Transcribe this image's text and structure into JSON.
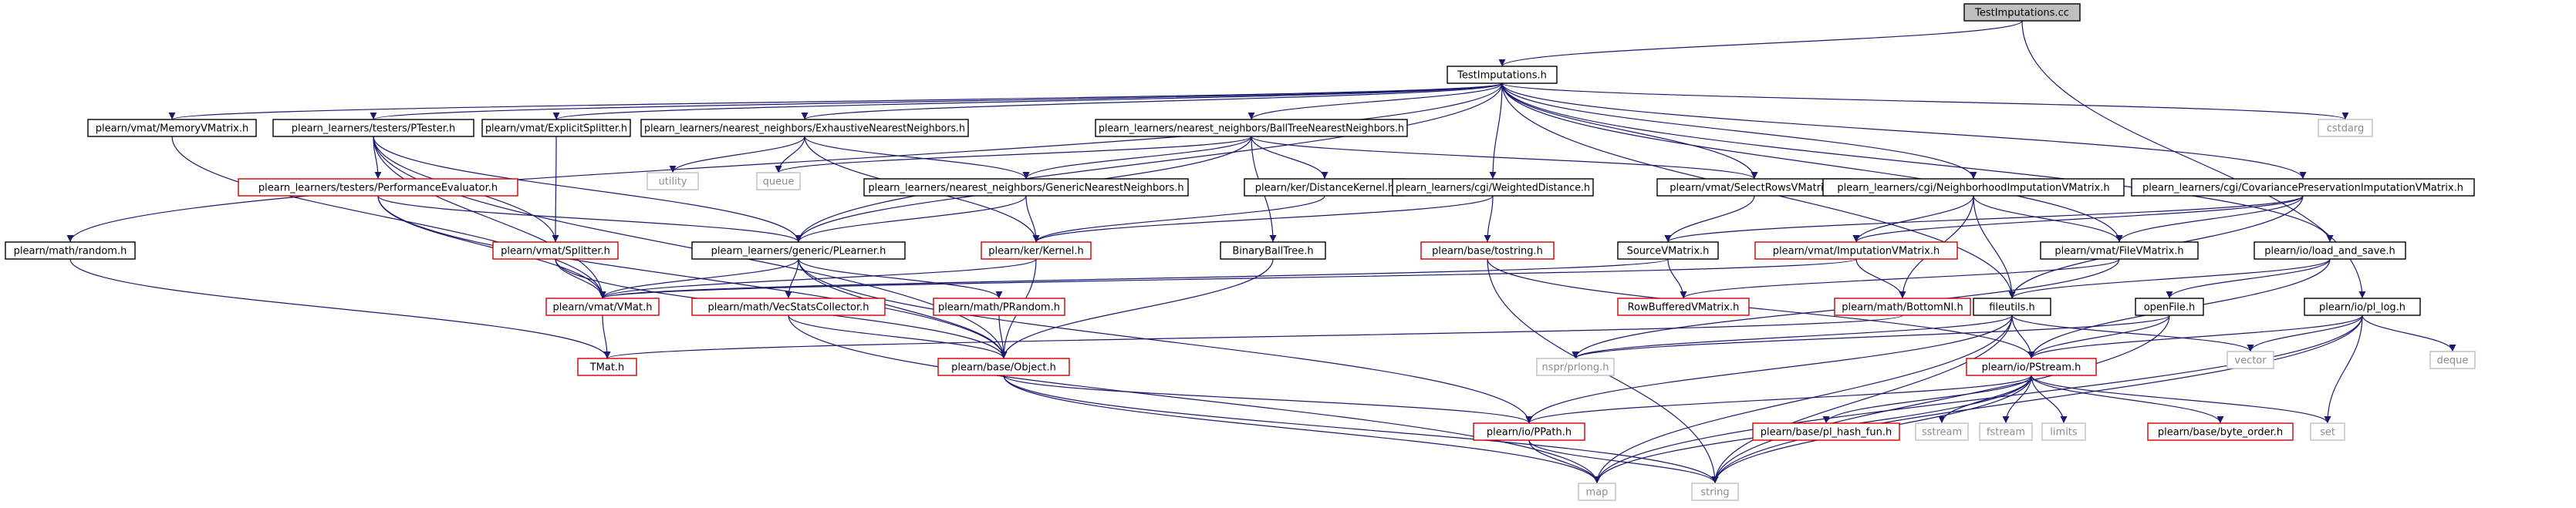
{
  "colors": {
    "edge": "#191970",
    "node_black": "#000000",
    "node_red": "#cc0000",
    "node_gray": "#bfbfbf",
    "root_fill": "#bfbfbf",
    "text_black": "#000000",
    "text_gray": "#8c8c8c"
  },
  "nodes": [
    {
      "id": "n_root",
      "label": "TestImputations.cc",
      "kind": "root"
    },
    {
      "id": "n_ti",
      "label": "TestImputations.h",
      "kind": "black"
    },
    {
      "id": "n_cstdarg",
      "label": "cstdarg",
      "kind": "gray"
    },
    {
      "id": "n_memvm",
      "label": "plearn/vmat/MemoryVMatrix.h",
      "kind": "black"
    },
    {
      "id": "n_ptester",
      "label": "plearn_learners/testers/PTester.h",
      "kind": "black"
    },
    {
      "id": "n_explsplit",
      "label": "plearn/vmat/ExplicitSplitter.h",
      "kind": "black"
    },
    {
      "id": "n_exhnn",
      "label": "plearn_learners/nearest_neighbors/ExhaustiveNearestNeighbors.h",
      "kind": "black"
    },
    {
      "id": "n_btnn",
      "label": "plearn_learners/nearest_neighbors/BallTreeNearestNeighbors.h",
      "kind": "black"
    },
    {
      "id": "n_random",
      "label": "plearn/math/random.h",
      "kind": "black"
    },
    {
      "id": "n_perfeval",
      "label": "plearn_learners/testers/PerformanceEvaluator.h",
      "kind": "red"
    },
    {
      "id": "n_utility",
      "label": "utility",
      "kind": "gray"
    },
    {
      "id": "n_queue",
      "label": "queue",
      "kind": "gray"
    },
    {
      "id": "n_gennn",
      "label": "plearn_learners/nearest_neighbors/GenericNearestNeighbors.h",
      "kind": "black"
    },
    {
      "id": "n_distk",
      "label": "plearn/ker/DistanceKernel.h",
      "kind": "black"
    },
    {
      "id": "n_wdist",
      "label": "plearn_learners/cgi/WeightedDistance.h",
      "kind": "black"
    },
    {
      "id": "n_selrows",
      "label": "plearn/vmat/SelectRowsVMatrix.h",
      "kind": "black"
    },
    {
      "id": "n_nimp",
      "label": "plearn_learners/cgi/NeighborhoodImputationVMatrix.h",
      "kind": "black"
    },
    {
      "id": "n_covimp",
      "label": "plearn_learners/cgi/CovariancePreservationImputationVMatrix.h",
      "kind": "black"
    },
    {
      "id": "n_loadsave",
      "label": "plearn/io/load_and_save.h",
      "kind": "black"
    },
    {
      "id": "n_splitter",
      "label": "plearn/vmat/Splitter.h",
      "kind": "red"
    },
    {
      "id": "n_plearner",
      "label": "plearn_learners/generic/PLearner.h",
      "kind": "black"
    },
    {
      "id": "n_kernel",
      "label": "plearn/ker/Kernel.h",
      "kind": "red"
    },
    {
      "id": "n_bbt",
      "label": "BinaryBallTree.h",
      "kind": "black"
    },
    {
      "id": "n_tostring",
      "label": "plearn/base/tostring.h",
      "kind": "red"
    },
    {
      "id": "n_srcvm",
      "label": "SourceVMatrix.h",
      "kind": "black"
    },
    {
      "id": "n_impvm",
      "label": "plearn/vmat/ImputationVMatrix.h",
      "kind": "red"
    },
    {
      "id": "n_filevm",
      "label": "plearn/vmat/FileVMatrix.h",
      "kind": "black"
    },
    {
      "id": "n_vmat",
      "label": "plearn/vmat/VMat.h",
      "kind": "red"
    },
    {
      "id": "n_vecstats",
      "label": "plearn/math/VecStatsCollector.h",
      "kind": "red"
    },
    {
      "id": "n_prandom",
      "label": "plearn/math/PRandom.h",
      "kind": "red"
    },
    {
      "id": "n_rowbuf",
      "label": "RowBufferedVMatrix.h",
      "kind": "red"
    },
    {
      "id": "n_bottomni",
      "label": "plearn/math/BottomNI.h",
      "kind": "red"
    },
    {
      "id": "n_fileutils",
      "label": "fileutils.h",
      "kind": "black"
    },
    {
      "id": "n_openfile",
      "label": "openFile.h",
      "kind": "black"
    },
    {
      "id": "n_pllog",
      "label": "plearn/io/pl_log.h",
      "kind": "black"
    },
    {
      "id": "n_deque",
      "label": "deque",
      "kind": "gray"
    },
    {
      "id": "n_vector",
      "label": "vector",
      "kind": "gray"
    },
    {
      "id": "n_tmat",
      "label": "TMat.h",
      "kind": "red"
    },
    {
      "id": "n_object",
      "label": "plearn/base/Object.h",
      "kind": "red"
    },
    {
      "id": "n_nsprlong",
      "label": "nspr/prlong.h",
      "kind": "gray"
    },
    {
      "id": "n_pstream",
      "label": "plearn/io/PStream.h",
      "kind": "red"
    },
    {
      "id": "n_set",
      "label": "set",
      "kind": "gray"
    },
    {
      "id": "n_ppath",
      "label": "plearn/io/PPath.h",
      "kind": "red"
    },
    {
      "id": "n_hashfun",
      "label": "plearn/base/pl_hash_fun.h",
      "kind": "red"
    },
    {
      "id": "n_sstream",
      "label": "sstream",
      "kind": "gray"
    },
    {
      "id": "n_fstream",
      "label": "fstream",
      "kind": "gray"
    },
    {
      "id": "n_limits",
      "label": "limits",
      "kind": "gray"
    },
    {
      "id": "n_byteorder",
      "label": "plearn/base/byte_order.h",
      "kind": "red"
    },
    {
      "id": "n_map",
      "label": "map",
      "kind": "gray"
    },
    {
      "id": "n_string",
      "label": "string",
      "kind": "gray"
    }
  ],
  "edges": [
    [
      "n_root",
      "n_ti"
    ],
    [
      "n_root",
      "n_pllog"
    ],
    [
      "n_ti",
      "n_cstdarg"
    ],
    [
      "n_ti",
      "n_memvm"
    ],
    [
      "n_ti",
      "n_ptester"
    ],
    [
      "n_ti",
      "n_explsplit"
    ],
    [
      "n_ti",
      "n_exhnn"
    ],
    [
      "n_ti",
      "n_btnn"
    ],
    [
      "n_ti",
      "n_random"
    ],
    [
      "n_ti",
      "n_wdist"
    ],
    [
      "n_ti",
      "n_nimp"
    ],
    [
      "n_ti",
      "n_covimp"
    ],
    [
      "n_ti",
      "n_loadsave"
    ],
    [
      "n_ti",
      "n_plearner"
    ],
    [
      "n_ti",
      "n_filevm"
    ],
    [
      "n_ti",
      "n_fileutils"
    ],
    [
      "n_ti",
      "n_selrows"
    ],
    [
      "n_memvm",
      "n_vmat"
    ],
    [
      "n_ptester",
      "n_perfeval"
    ],
    [
      "n_ptester",
      "n_splitter"
    ],
    [
      "n_ptester",
      "n_plearner"
    ],
    [
      "n_ptester",
      "n_vmat"
    ],
    [
      "n_ptester",
      "n_object"
    ],
    [
      "n_explsplit",
      "n_splitter"
    ],
    [
      "n_exhnn",
      "n_utility"
    ],
    [
      "n_exhnn",
      "n_queue"
    ],
    [
      "n_exhnn",
      "n_gennn"
    ],
    [
      "n_exhnn",
      "n_kernel"
    ],
    [
      "n_btnn",
      "n_queue"
    ],
    [
      "n_btnn",
      "n_gennn"
    ],
    [
      "n_btnn",
      "n_distk"
    ],
    [
      "n_btnn",
      "n_bbt"
    ],
    [
      "n_btnn",
      "n_plearner"
    ],
    [
      "n_btnn",
      "n_selrows"
    ],
    [
      "n_random",
      "n_tmat"
    ],
    [
      "n_perfeval",
      "n_plearner"
    ],
    [
      "n_perfeval",
      "n_vmat"
    ],
    [
      "n_perfeval",
      "n_object"
    ],
    [
      "n_gennn",
      "n_plearner"
    ],
    [
      "n_gennn",
      "n_kernel"
    ],
    [
      "n_distk",
      "n_kernel"
    ],
    [
      "n_wdist",
      "n_kernel"
    ],
    [
      "n_wdist",
      "n_tostring"
    ],
    [
      "n_selrows",
      "n_srcvm"
    ],
    [
      "n_nimp",
      "n_impvm"
    ],
    [
      "n_nimp",
      "n_bottomni"
    ],
    [
      "n_nimp",
      "n_fileutils"
    ],
    [
      "n_nimp",
      "n_filevm"
    ],
    [
      "n_covimp",
      "n_impvm"
    ],
    [
      "n_covimp",
      "n_srcvm"
    ],
    [
      "n_covimp",
      "n_filevm"
    ],
    [
      "n_covimp",
      "n_fileutils"
    ],
    [
      "n_loadsave",
      "n_fileutils"
    ],
    [
      "n_loadsave",
      "n_openfile"
    ],
    [
      "n_loadsave",
      "n_pstream"
    ],
    [
      "n_splitter",
      "n_vmat"
    ],
    [
      "n_splitter",
      "n_object"
    ],
    [
      "n_plearner",
      "n_vecstats"
    ],
    [
      "n_plearner",
      "n_prandom"
    ],
    [
      "n_plearner",
      "n_object"
    ],
    [
      "n_plearner",
      "n_vmat"
    ],
    [
      "n_plearner",
      "n_ppath"
    ],
    [
      "n_kernel",
      "n_vmat"
    ],
    [
      "n_kernel",
      "n_object"
    ],
    [
      "n_bbt",
      "n_object"
    ],
    [
      "n_tostring",
      "n_string"
    ],
    [
      "n_tostring",
      "n_pstream"
    ],
    [
      "n_srcvm",
      "n_vmat"
    ],
    [
      "n_srcvm",
      "n_rowbuf"
    ],
    [
      "n_impvm",
      "n_vmat"
    ],
    [
      "n_impvm",
      "n_bottomni"
    ],
    [
      "n_filevm",
      "n_rowbuf"
    ],
    [
      "n_filevm",
      "n_nsprlong"
    ],
    [
      "n_vmat",
      "n_tmat"
    ],
    [
      "n_vecstats",
      "n_object"
    ],
    [
      "n_vecstats",
      "n_map"
    ],
    [
      "n_prandom",
      "n_object"
    ],
    [
      "n_bottomni",
      "n_tmat"
    ],
    [
      "n_fileutils",
      "n_nsprlong"
    ],
    [
      "n_fileutils",
      "n_vector"
    ],
    [
      "n_fileutils",
      "n_pstream"
    ],
    [
      "n_fileutils",
      "n_ppath"
    ],
    [
      "n_fileutils",
      "n_map"
    ],
    [
      "n_fileutils",
      "n_string"
    ],
    [
      "n_openfile",
      "n_nsprlong"
    ],
    [
      "n_openfile",
      "n_pstream"
    ],
    [
      "n_openfile",
      "n_string"
    ],
    [
      "n_pllog",
      "n_deque"
    ],
    [
      "n_pllog",
      "n_vector"
    ],
    [
      "n_pllog",
      "n_set"
    ],
    [
      "n_pllog",
      "n_pstream"
    ],
    [
      "n_pllog",
      "n_map"
    ],
    [
      "n_pllog",
      "n_string"
    ],
    [
      "n_object",
      "n_ppath"
    ],
    [
      "n_object",
      "n_map"
    ],
    [
      "n_object",
      "n_string"
    ],
    [
      "n_pstream",
      "n_hashfun"
    ],
    [
      "n_pstream",
      "n_sstream"
    ],
    [
      "n_pstream",
      "n_fstream"
    ],
    [
      "n_pstream",
      "n_limits"
    ],
    [
      "n_pstream",
      "n_byteorder"
    ],
    [
      "n_pstream",
      "n_set"
    ],
    [
      "n_pstream",
      "n_map"
    ],
    [
      "n_pstream",
      "n_string"
    ],
    [
      "n_pstream",
      "n_ppath"
    ],
    [
      "n_ppath",
      "n_map"
    ],
    [
      "n_ppath",
      "n_string"
    ]
  ]
}
